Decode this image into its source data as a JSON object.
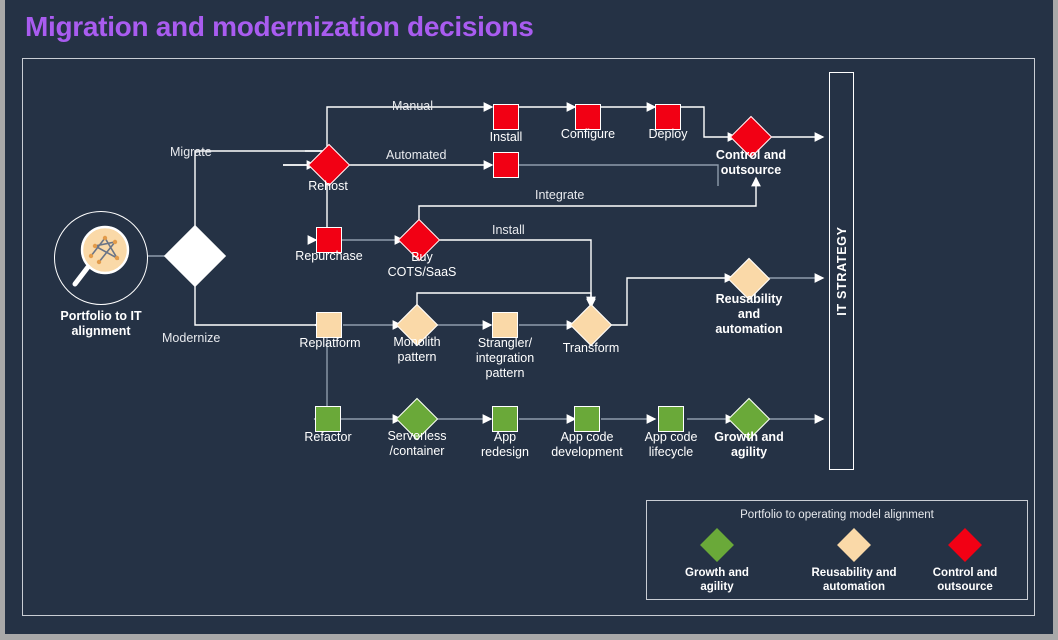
{
  "title": "Migration and modernization decisions",
  "colors": {
    "background": "#253245",
    "title": "#a95cf0",
    "red": "#f20014",
    "orange": "#fad9a8",
    "green": "#6aa939",
    "white": "#ffffff",
    "border": "#c9cdd4",
    "outer_frame": "#a9a9a9"
  },
  "start": {
    "icon": "portfolio-magnifier-icon",
    "label": "Portfolio to IT\nalignment"
  },
  "decision": {
    "name": "decision-diamond"
  },
  "edges": {
    "migrate": "Migrate",
    "modernize": "Modernize",
    "manual": "Manual",
    "automated": "Automated",
    "integrate": "Integrate",
    "install": "Install"
  },
  "nodes": {
    "rehost": {
      "label": "Rehost",
      "shape": "diamond",
      "color": "red"
    },
    "install": {
      "label": "Install",
      "shape": "square",
      "color": "red"
    },
    "configure": {
      "label": "Configure",
      "shape": "square",
      "color": "red"
    },
    "deploy": {
      "label": "Deploy",
      "shape": "square",
      "color": "red"
    },
    "automated_box": {
      "label": "",
      "shape": "square",
      "color": "red"
    },
    "repurchase": {
      "label": "Repurchase",
      "shape": "square",
      "color": "red"
    },
    "buy_cots": {
      "label": "Buy\nCOTS/SaaS",
      "shape": "diamond",
      "color": "red"
    },
    "replatform": {
      "label": "Replatform",
      "shape": "square",
      "color": "orange"
    },
    "monolith": {
      "label": "Monolith\npattern",
      "shape": "diamond",
      "color": "orange"
    },
    "strangler": {
      "label": "Strangler/\nintegration\npattern",
      "shape": "square",
      "color": "orange"
    },
    "transform": {
      "label": "Transform",
      "shape": "diamond",
      "color": "orange"
    },
    "refactor": {
      "label": "Refactor",
      "shape": "square",
      "color": "green"
    },
    "serverless": {
      "label": "Serverless\n/container",
      "shape": "diamond",
      "color": "green"
    },
    "app_redesign": {
      "label": "App\nredesign",
      "shape": "square",
      "color": "green"
    },
    "app_code_dev": {
      "label": "App code\ndevelopment",
      "shape": "square",
      "color": "green"
    },
    "app_code_lifecycle": {
      "label": "App code\nlifecycle",
      "shape": "square",
      "color": "green"
    }
  },
  "outcomes": {
    "control": {
      "label": "Control and\noutsource",
      "color": "red"
    },
    "reusability": {
      "label": "Reusability\nand\nautomation",
      "color": "orange"
    },
    "growth": {
      "label": "Growth and\nagility",
      "color": "green"
    }
  },
  "it_strategy": {
    "label": "IT STRATEGY"
  },
  "legend": {
    "title": "Portfolio to operating model alignment",
    "items": [
      {
        "label": "Growth and\nagility",
        "color": "green"
      },
      {
        "label": "Reusability and\nautomation",
        "color": "orange"
      },
      {
        "label": "Control and\noutsource",
        "color": "red"
      }
    ]
  }
}
